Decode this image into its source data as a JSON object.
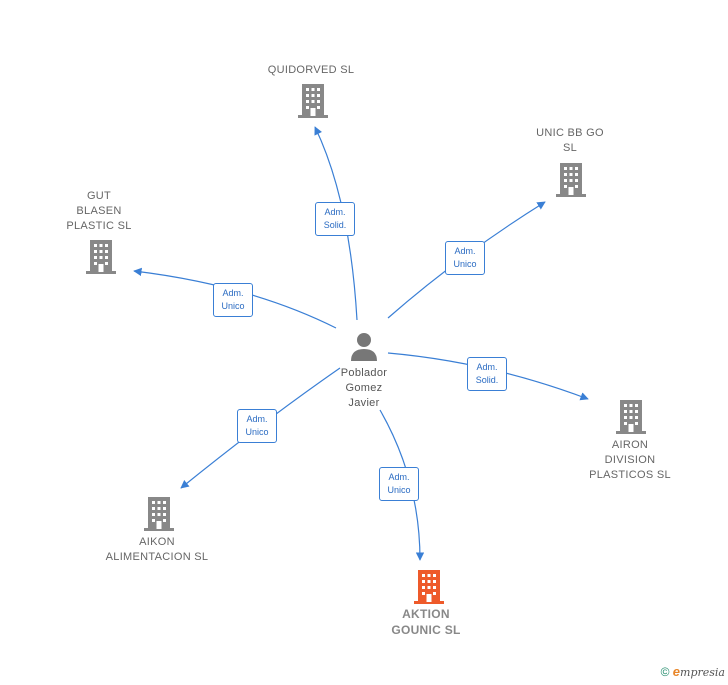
{
  "center": {
    "label": "Poblador\nGomez\nJavier",
    "icon": "person-icon"
  },
  "nodes": [
    {
      "id": "quidorved",
      "label": "QUIDORVED SL",
      "icon": "building-icon",
      "color": "#888888"
    },
    {
      "id": "unic",
      "label": "UNIC BB GO\nSL",
      "icon": "building-icon",
      "color": "#888888"
    },
    {
      "id": "gut",
      "label": "GUT\nBLASEN\nPLASTIC  SL",
      "icon": "building-icon",
      "color": "#888888"
    },
    {
      "id": "airon",
      "label": "AIRON\nDIVISION\nPLASTICOS SL",
      "icon": "building-icon",
      "color": "#888888"
    },
    {
      "id": "aikon",
      "label": "AIKON\nALIMENTACION SL",
      "icon": "building-icon",
      "color": "#888888"
    },
    {
      "id": "aktion",
      "label": "AKTION\nGOUNIC  SL",
      "icon": "building-icon",
      "color": "#ee5a2a"
    }
  ],
  "edges": [
    {
      "to": "quidorved",
      "label": "Adm.\nSolid."
    },
    {
      "to": "unic",
      "label": "Adm.\nUnico"
    },
    {
      "to": "gut",
      "label": "Adm.\nUnico"
    },
    {
      "to": "airon",
      "label": "Adm.\nSolid."
    },
    {
      "to": "aikon",
      "label": "Adm.\nUnico"
    },
    {
      "to": "aktion",
      "label": "Adm.\nUnico"
    }
  ],
  "colors": {
    "edge": "#3a7fd5",
    "building": "#888888",
    "highlight": "#ee5a2a",
    "person": "#777777"
  },
  "footer": {
    "copyright": "©",
    "brand_initial": "e",
    "brand_rest": "mpresia"
  }
}
